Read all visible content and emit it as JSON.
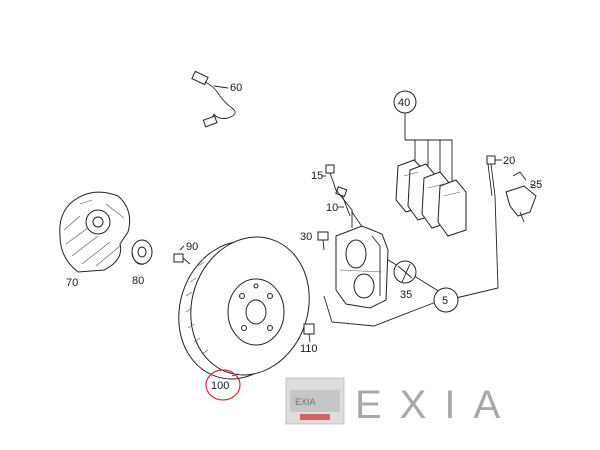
{
  "parts": {
    "p60": "60",
    "p40": "40",
    "p20": "20",
    "p15": "15",
    "p25": "25",
    "p10": "10",
    "p30": "30",
    "p70": "70",
    "p90": "90",
    "p80": "80",
    "p35": "35",
    "p5": "5",
    "p110": "110",
    "p100": "100"
  },
  "highlight": {
    "part": "100",
    "color": "#e0242b"
  },
  "watermark": {
    "text": "EXIA",
    "color": "#9a9a9a"
  }
}
